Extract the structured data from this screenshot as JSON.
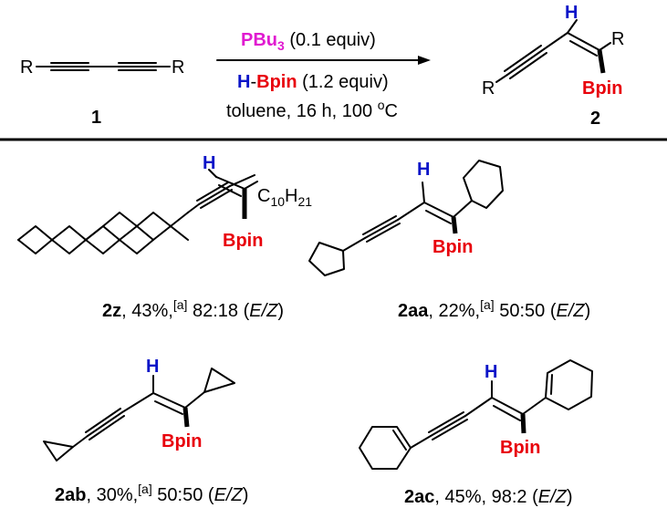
{
  "reaction": {
    "reactant_group": "R",
    "reactant_number": "1",
    "product_number": "2",
    "H_label": "H",
    "Bpin_label": "Bpin",
    "catalyst_name": "PBu",
    "catalyst_sub": "3",
    "catalyst_amount": " (0.1 equiv)",
    "reagent_H": "H",
    "reagent_dash": "-",
    "reagent_Bpin": "Bpin",
    "reagent_amount": " (1.2 equiv)",
    "conditions_text": "toluene, 16 h, 100 ",
    "conditions_sup": "o",
    "conditions_unit": "C"
  },
  "products": [
    {
      "id": "2z",
      "yield": ", 43%,",
      "note": "[a]",
      "ratio": " 82:18 (",
      "ez": "E/Z",
      "close": ")",
      "substituent_main": "C",
      "substituent_sub": "10",
      "substituent_h": "H",
      "substituent_h_sub": "21"
    },
    {
      "id": "2aa",
      "yield": ", 22%,",
      "note": "[a]",
      "ratio": " 50:50 (",
      "ez": "E/Z",
      "close": ")"
    },
    {
      "id": "2ab",
      "yield": ", 30%,",
      "note": "[a]",
      "ratio": " 50:50 (",
      "ez": "E/Z",
      "close": ")"
    },
    {
      "id": "2ac",
      "yield": ", 45%, 98:2 (",
      "ez": "E/Z",
      "close": ")"
    }
  ],
  "colors": {
    "boron_group": "#e8000b",
    "hydrogen": "#0a14c8",
    "catalyst": "#e01ad0"
  }
}
